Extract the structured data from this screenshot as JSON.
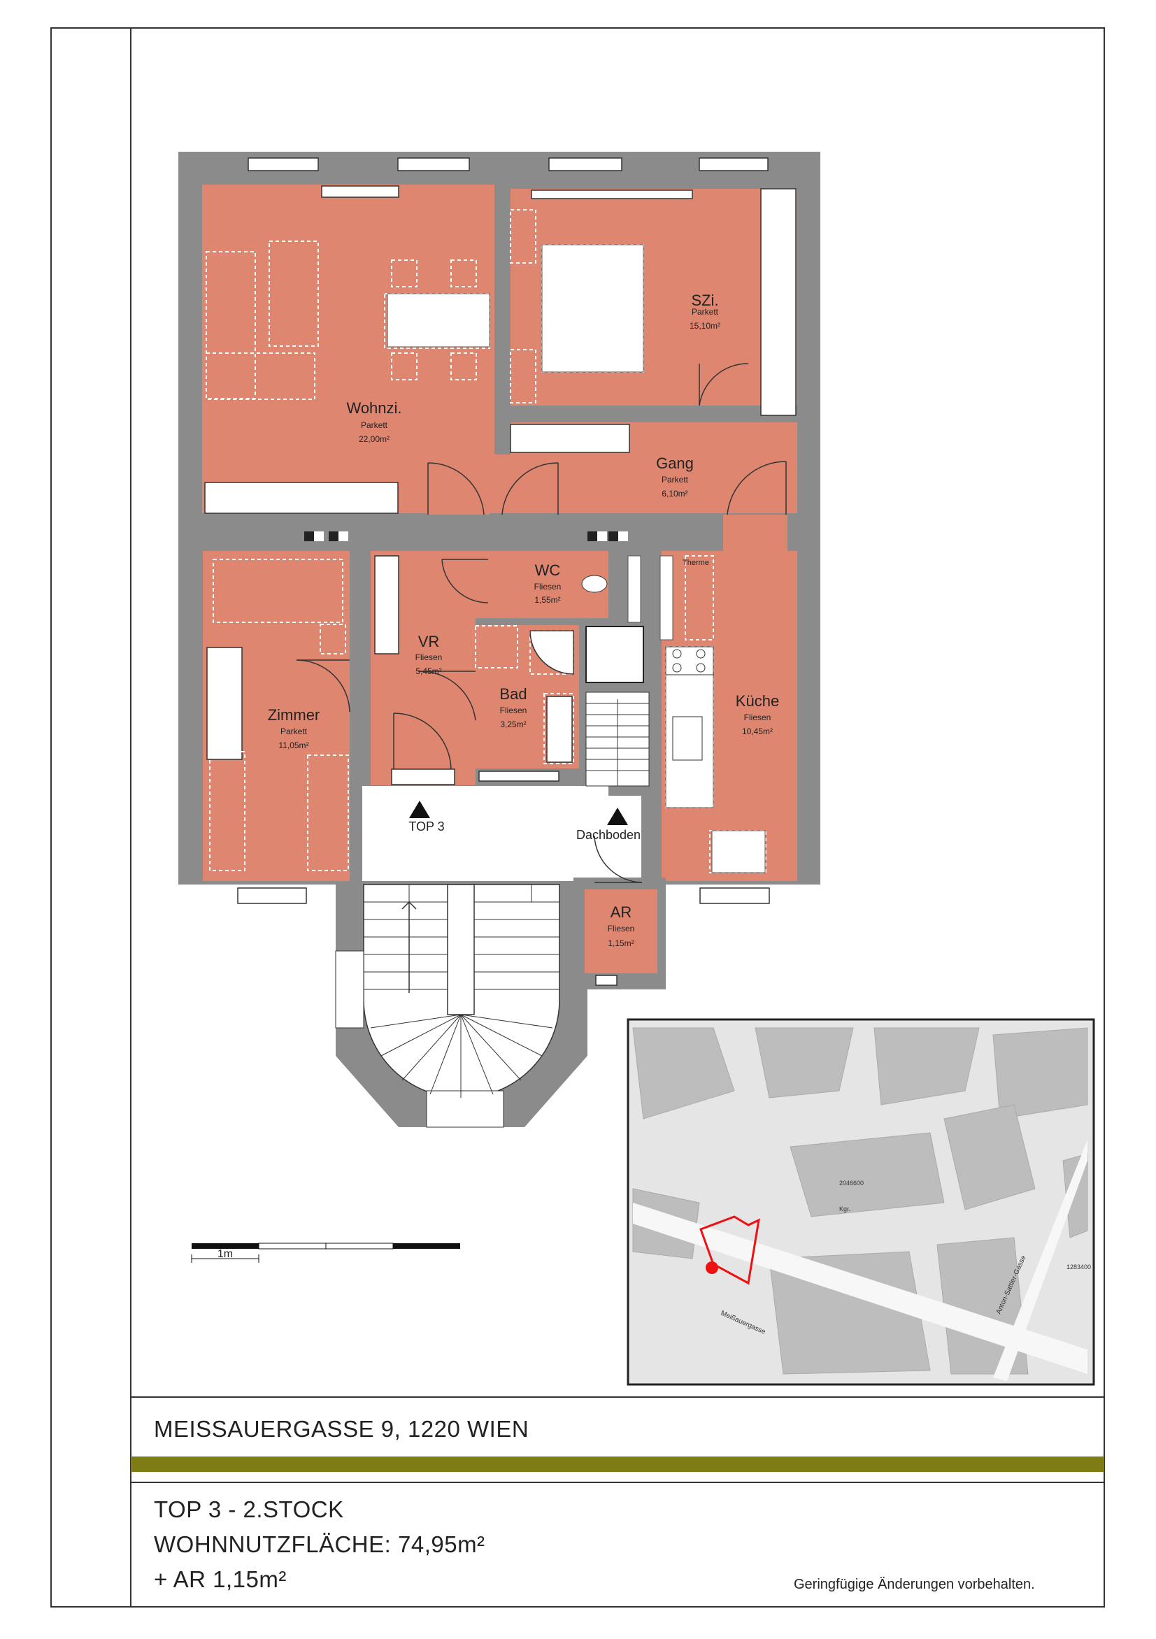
{
  "address": "MEISSAUERGASSE 9, 1220 WIEN",
  "unit": "TOP 3 - 2.STOCK",
  "living_area": "WOHNNUTZFLÄCHE: 74,95m²",
  "storage_area": "+ AR 1,15m²",
  "disclaimer": "Geringfügige Änderungen vorbehalten.",
  "scale_label": "1m",
  "rooms": [
    {
      "id": "wohnzi",
      "name": "Wohnzi.",
      "floor": "Parkett",
      "area": "22,00m²"
    },
    {
      "id": "szi",
      "name": "SZi.",
      "floor": "Parkett",
      "area": "15,10m²"
    },
    {
      "id": "gang",
      "name": "Gang",
      "floor": "Parkett",
      "area": "6,10m²"
    },
    {
      "id": "wc",
      "name": "WC",
      "floor": "Fliesen",
      "area": "1,55m²"
    },
    {
      "id": "vr",
      "name": "VR",
      "floor": "Fliesen",
      "area": "5,45m²"
    },
    {
      "id": "bad",
      "name": "Bad",
      "floor": "Fliesen",
      "area": "3,25m²"
    },
    {
      "id": "zimmer",
      "name": "Zimmer",
      "floor": "Parkett",
      "area": "11,05m²"
    },
    {
      "id": "kueche",
      "name": "Küche",
      "floor": "Fliesen",
      "area": "10,45m²"
    },
    {
      "id": "ar",
      "name": "AR",
      "floor": "Fliesen",
      "area": "1,15m²"
    }
  ],
  "markers": {
    "entrance": "TOP 3",
    "attic": "Dachboden",
    "therme": "Therme"
  },
  "map": {
    "street_main": "Meißauergasse",
    "street_side": "Anton-Sattler-Gasse",
    "parcel_a": "2046600",
    "parcel_b": "1283400",
    "label_a": "Kgr."
  },
  "colors": {
    "room": "#df8670",
    "wall": "#8b8b8b",
    "accent_bar": "#7d7d14",
    "marker": "#ee1111"
  }
}
